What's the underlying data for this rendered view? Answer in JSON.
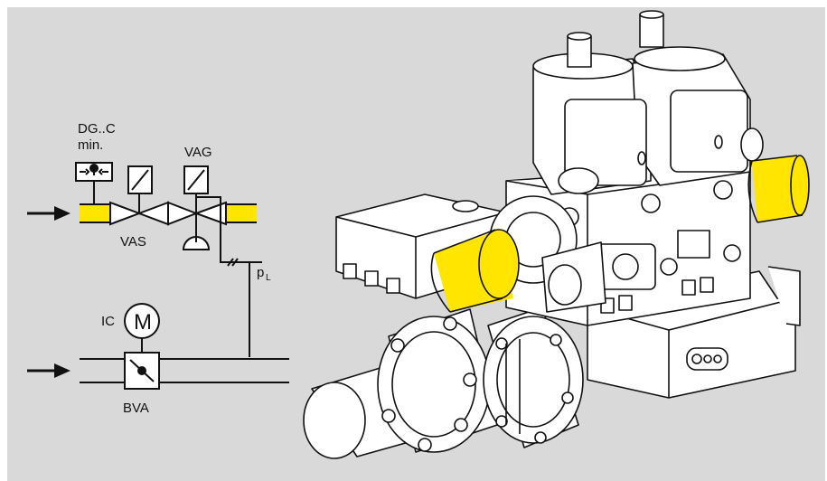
{
  "diagram": {
    "labels": {
      "dg_line1": "DG..C",
      "dg_line2": "min.",
      "vag": "VAG",
      "vas": "VAS",
      "pressure_main": "p",
      "pressure_sub": "L",
      "ic": "IC",
      "motor": "M",
      "bva": "BVA"
    },
    "colors": {
      "background": "#d9d9d9",
      "gas_highlight": "#ffe500",
      "line": "#111111",
      "device_fill": "#ffffff"
    },
    "icons": [
      "arrow-right-icon",
      "pressure-switch-icon",
      "solenoid-icon",
      "valve-icon",
      "motor-icon",
      "butterfly-valve-icon"
    ]
  }
}
